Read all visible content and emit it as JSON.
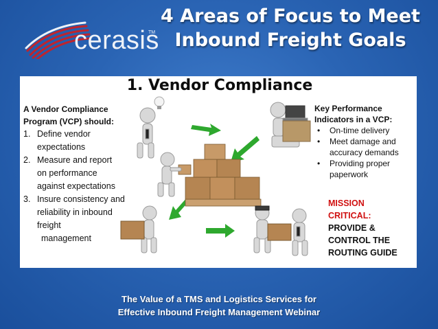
{
  "header": {
    "logo_text": "cerasis",
    "logo_tm": "TM",
    "title_line1": "4 Areas of Focus to Meet",
    "title_line2": "Inbound Freight Goals"
  },
  "main": {
    "subtitle": "1. Vendor Compliance",
    "vcp": {
      "heading_line1": "A Vendor Compliance",
      "heading_line2": "Program (VCP) should:",
      "items": [
        {
          "num": "1.",
          "lines": [
            "Define vendor",
            "expectations"
          ]
        },
        {
          "num": "2.",
          "lines": [
            "Measure and report",
            "on performance",
            "against expectations"
          ]
        },
        {
          "num": "3.",
          "lines": [
            "Insure consistency and",
            "reliability in inbound",
            "freight"
          ]
        }
      ],
      "trailing_line": "management"
    },
    "kpi": {
      "heading_line1": "Key Performance",
      "heading_line2": "Indicators in a VCP:",
      "bullet_char": "•",
      "items": [
        {
          "lines": [
            "On-time delivery"
          ]
        },
        {
          "lines": [
            "Meet damage and",
            "accuracy demands"
          ]
        },
        {
          "lines": [
            "Providing proper",
            "paperwork"
          ]
        }
      ]
    },
    "mission": {
      "line1": "MISSION",
      "line2": "CRITICAL:",
      "provide_line1": "PROVIDE &",
      "provide_line2": "CONTROL THE",
      "provide_line3": "ROUTING GUIDE"
    }
  },
  "footer": {
    "line1": "The Value of a TMS and Logistics Services for",
    "line2": "Effective Inbound Freight Management Webinar"
  },
  "colors": {
    "background": "#2a64b4",
    "mission_red": "#d01010",
    "arrow_green": "#2ea82e",
    "logo_red": "#c0242c"
  }
}
